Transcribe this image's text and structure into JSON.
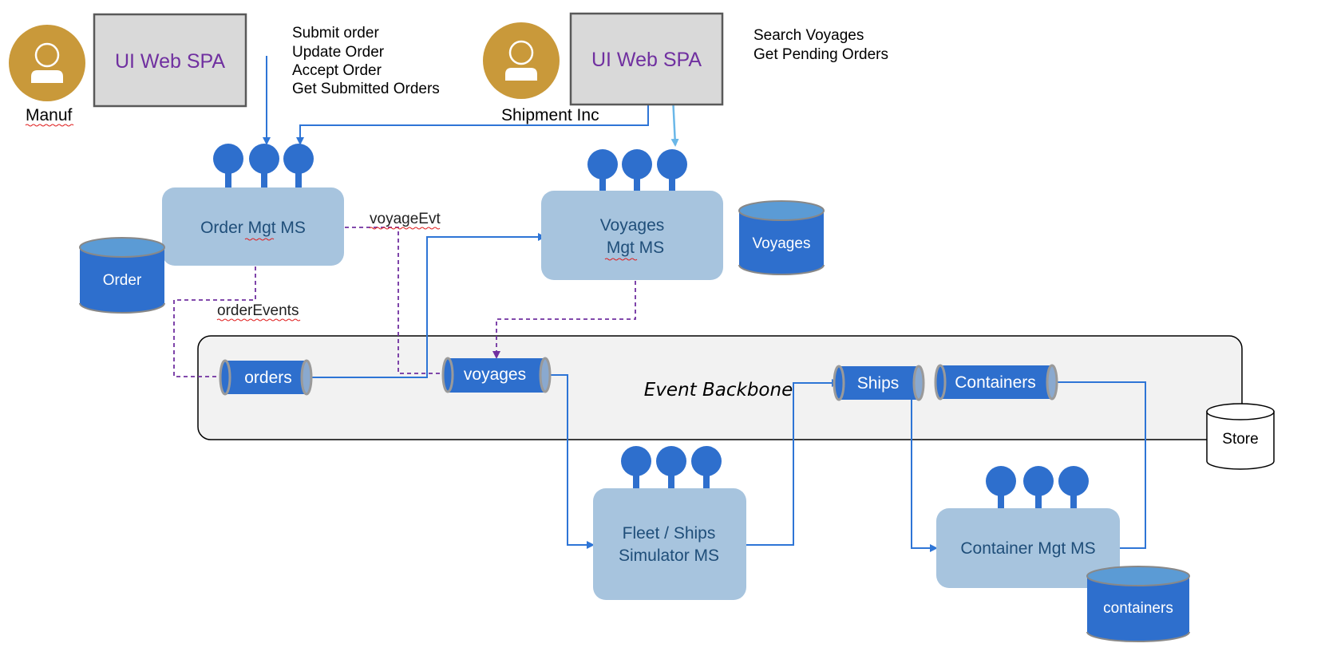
{
  "actors": {
    "manuf": {
      "label": "Manuf"
    },
    "shipment": {
      "label": "Shipment Inc"
    }
  },
  "ui": {
    "left": {
      "label": "UI Web SPA"
    },
    "right": {
      "label": "UI Web SPA"
    }
  },
  "notes": {
    "left": [
      "Submit order",
      "Update Order",
      "Accept Order",
      "Get Submitted Orders"
    ],
    "right": [
      "Search Voyages",
      "Get Pending Orders"
    ]
  },
  "services": {
    "order": {
      "lines": [
        "Order Mgt MS"
      ]
    },
    "voyages": {
      "lines": [
        "Voyages",
        "Mgt MS"
      ]
    },
    "fleet": {
      "lines": [
        "Fleet / Ships",
        "Simulator MS"
      ]
    },
    "container": {
      "lines": [
        "Container Mgt MS"
      ]
    }
  },
  "databases": {
    "order": "Order",
    "voyages": "Voyages",
    "containers": "containers",
    "store": "Store"
  },
  "backbone": {
    "label": "Event Backbone"
  },
  "topics": {
    "orders": "orders",
    "voyages": "voyages",
    "ships": "Ships",
    "containers": "Containers"
  },
  "edge_labels": {
    "voyageEvt": "voyageEvt",
    "orderEvents": "orderEvents"
  },
  "colors": {
    "avatar": "#c9993a",
    "ui_box": "#d9d9d9",
    "ui_text": "#7030a0",
    "service": "#a7c4de",
    "service_text": "#1f4e79",
    "blue": "#2e6fcd",
    "db_top": "#5b9bd5",
    "line": "#2e75d6",
    "dashed": "#7030a0",
    "backbone_bg": "#f2f2f2"
  }
}
